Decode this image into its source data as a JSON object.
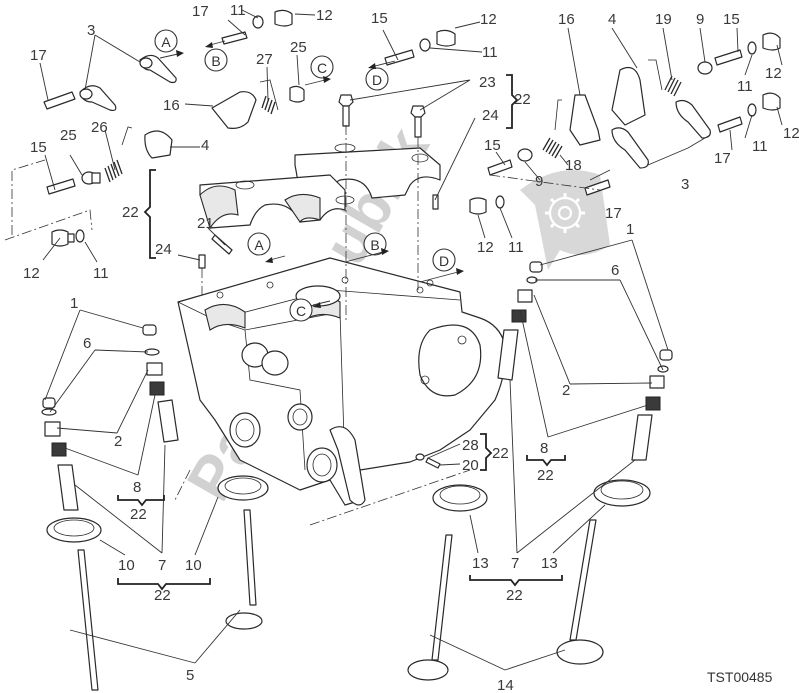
{
  "diagram": {
    "title": "Vertical Cylinder Head",
    "drawing_code": "TST00485",
    "watermark": "PartsRepublik",
    "reference_markers": [
      "A",
      "B",
      "C",
      "D"
    ],
    "part_labels": {
      "p1": "1",
      "p2": "2",
      "p3": "3",
      "p4": "4",
      "p5": "5",
      "p6": "6",
      "p7": "7",
      "p8": "8",
      "p9": "9",
      "p10": "10",
      "p11": "11",
      "p12": "12",
      "p13": "13",
      "p14": "14",
      "p15": "15",
      "p16": "16",
      "p17": "17",
      "p18": "18",
      "p19": "19",
      "p20": "20",
      "p21": "21",
      "p22": "22",
      "p23": "23",
      "p24": "24",
      "p25": "25",
      "p26": "26",
      "p27": "27",
      "p28": "28"
    },
    "groups": [
      {
        "group": "22",
        "members": [
          "23",
          "24"
        ]
      },
      {
        "group": "22",
        "members": [
          "28",
          "20"
        ]
      },
      {
        "group": "22",
        "members": [
          "8"
        ]
      },
      {
        "group": "22",
        "members": [
          "10",
          "7",
          "10"
        ]
      },
      {
        "group": "22",
        "members": [
          "13",
          "7",
          "13"
        ]
      }
    ]
  }
}
